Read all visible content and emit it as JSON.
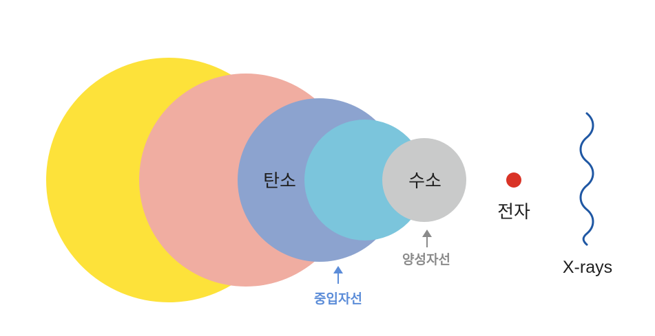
{
  "colors": {
    "yellow": "#FDE23A",
    "pink": "#F0ADA1",
    "blue": "#8CA3CF",
    "cyan": "#7BC5DC",
    "gray": "#C9CACA",
    "electron": "#D93326",
    "wave": "#1F57A3",
    "heavy_arrow": "#5B8CD8",
    "proton_arrow": "#8A8A8A",
    "text": "#1F1F1F"
  },
  "labels": {
    "carbon": "탄소",
    "hydrogen": "수소",
    "electron": "전자",
    "xrays": "X-rays",
    "heavy_ion": "중입자선",
    "proton": "양성자선"
  },
  "icons": {
    "electron": "red-dot-icon",
    "xrays": "wavy-line-icon",
    "arrows": "up-arrow-icon"
  }
}
